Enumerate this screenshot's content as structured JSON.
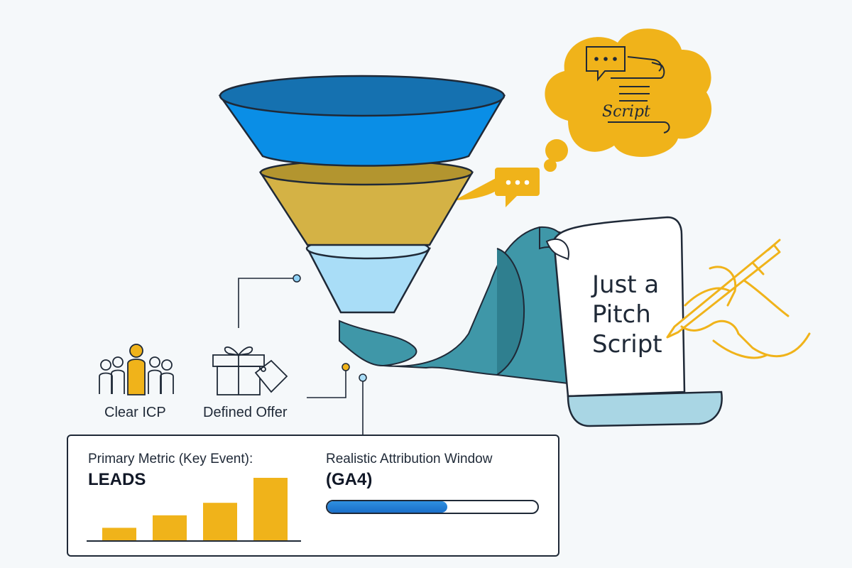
{
  "icons": {
    "clear_icp_label": "Clear ICP",
    "defined_offer_label": "Defined Offer"
  },
  "metric_card": {
    "primary_label": "Primary Metric (Key Event):",
    "primary_value": "LEADS",
    "attribution_label": "Realistic Attribution Window",
    "attribution_value": "(GA4)",
    "attribution_progress": 0.57,
    "bar_values": [
      1,
      2,
      3,
      5
    ]
  },
  "script_page": {
    "line1": "Just a",
    "line2": "Pitch",
    "line3": "Script"
  },
  "thought_cloud": {
    "label": "Script"
  },
  "colors": {
    "funnel_top": "#0a8ee6",
    "funnel_top_rim": "#1571b0",
    "funnel_mid": "#d4b245",
    "funnel_bottom": "#a9ddf7",
    "teal": "#3f97a8",
    "accent_yellow": "#f0b31a",
    "dark": "#1f2937"
  }
}
